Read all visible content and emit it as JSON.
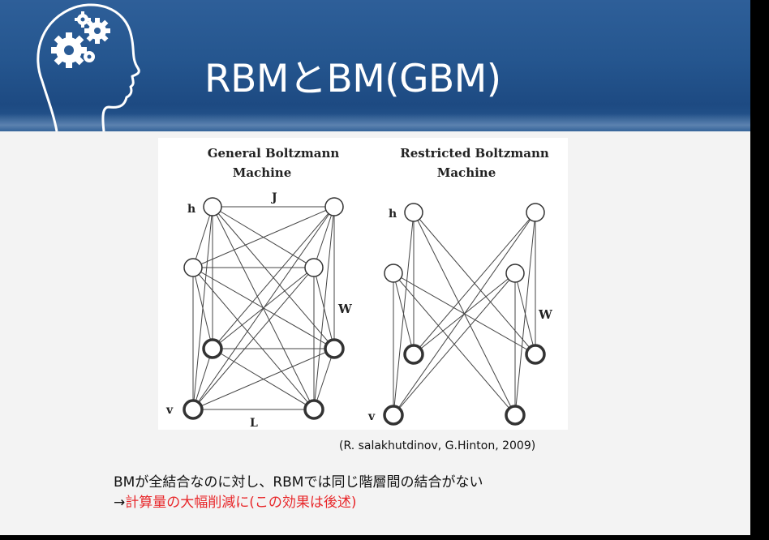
{
  "slide": {
    "title": "RBMとBM(GBM)",
    "logo_icon": "head-with-gears-icon",
    "diagram": {
      "left_title_line1": "General Boltzmann",
      "left_title_line2": "Machine",
      "right_title_line1": "Restricted Boltzmann",
      "right_title_line2": "Machine",
      "label_h": "h",
      "label_v": "v",
      "label_j": "J",
      "label_l": "L",
      "label_w": "W"
    },
    "citation": "(R. salakhutdinov, G.Hinton, 2009)",
    "caption_line1": "BMが全結合なのに対し、RBMでは同じ階層間の結合がない",
    "caption_arrow": "→",
    "caption_line2_red": "計算量の大幅削減に(この効果は後述)"
  },
  "colors": {
    "header_blue": "#25568f",
    "title_text": "#ffffff",
    "highlight_red": "#e8282b",
    "slide_background": "#f3f3f3"
  }
}
